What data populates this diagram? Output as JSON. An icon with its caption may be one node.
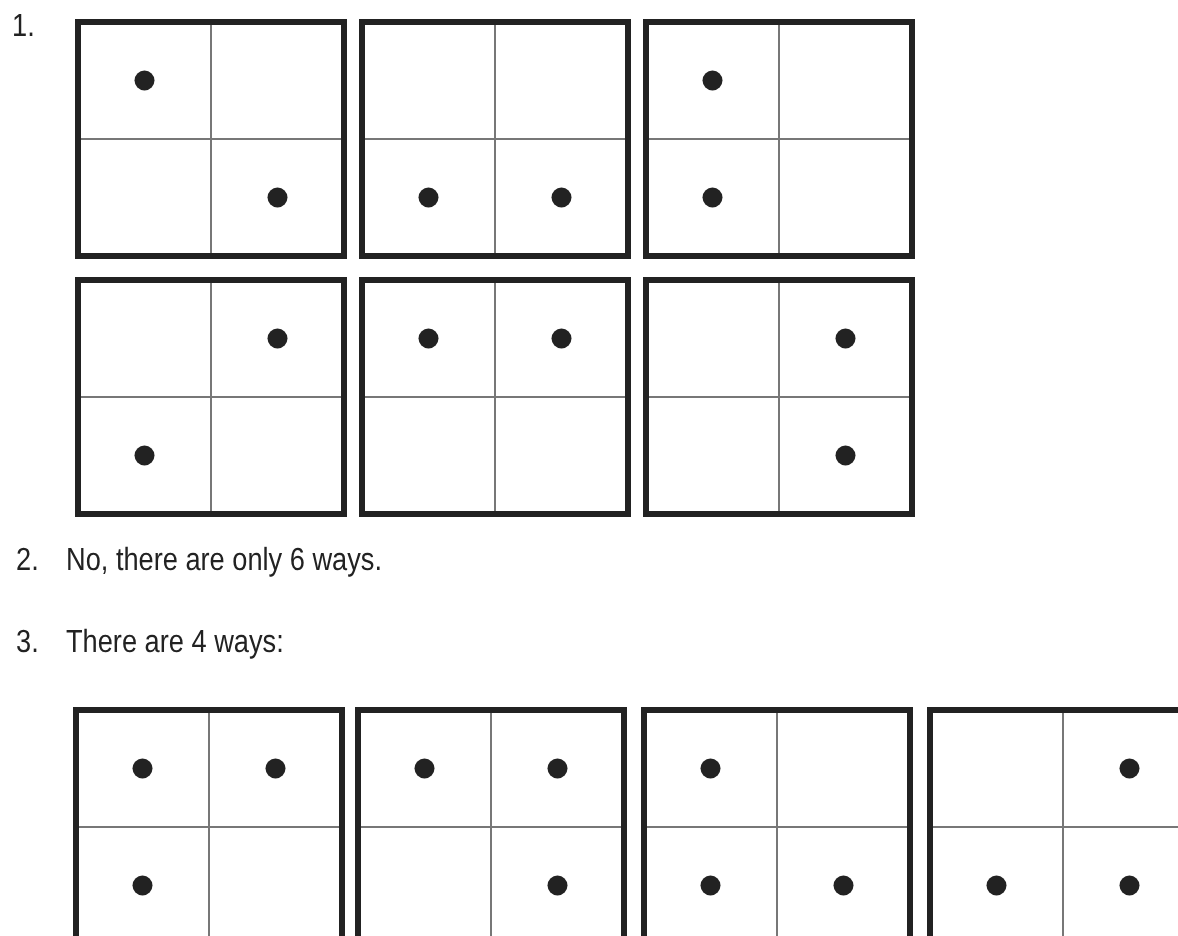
{
  "diagram": {
    "labels": [
      "1.",
      "2.",
      "No, there are only 6 ways.",
      "3.",
      "There are 4 ways:"
    ]
  }
}
